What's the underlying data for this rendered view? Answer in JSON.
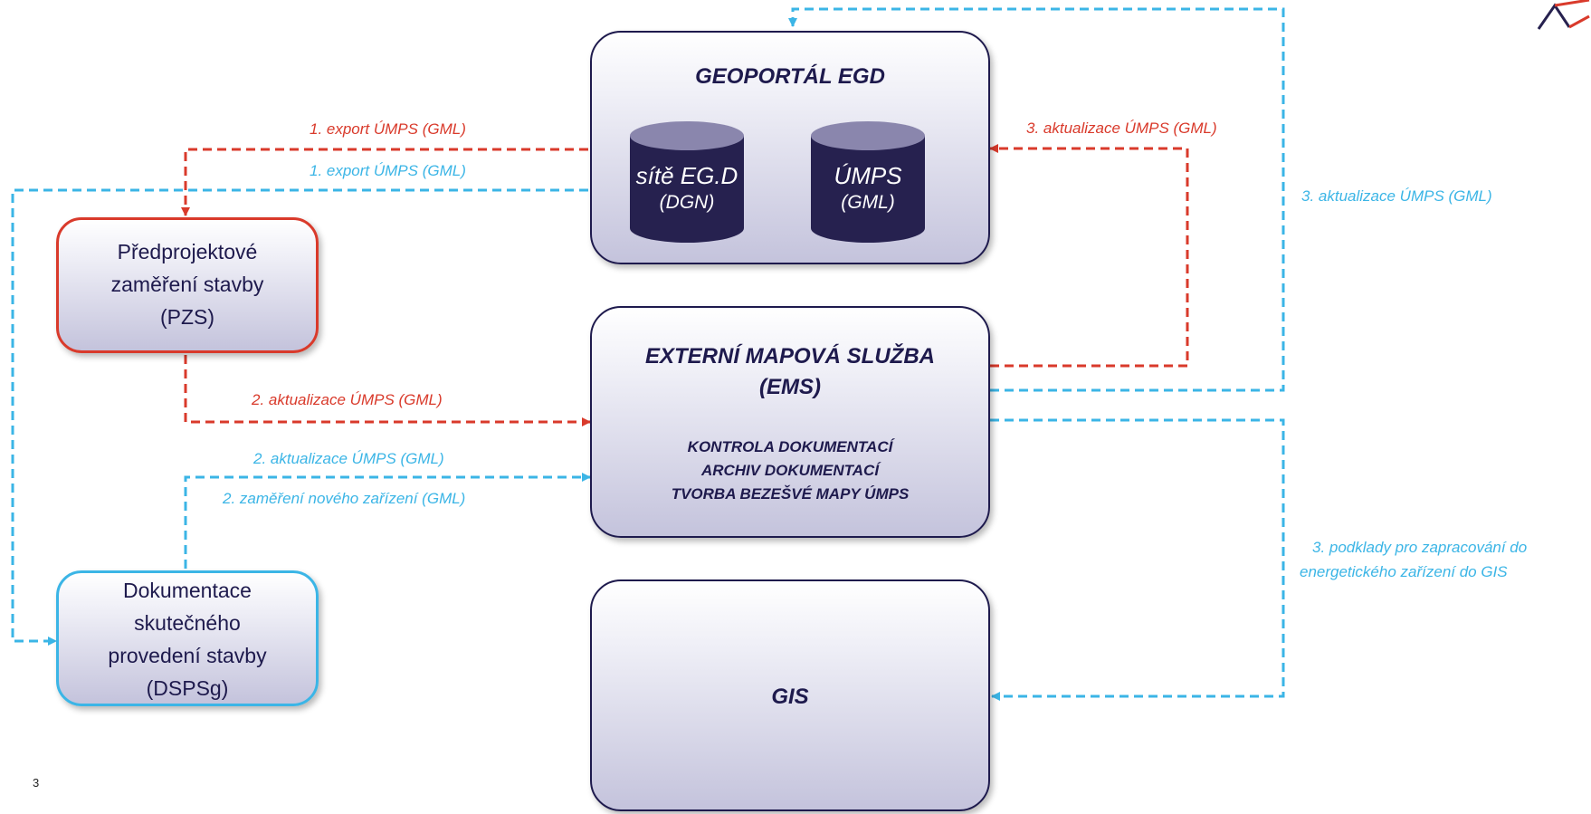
{
  "boxes": {
    "geoportal": {
      "title": "GEOPORTÁL EGD"
    },
    "ems": {
      "title_line1": "EXTERNÍ MAPOVÁ SLUŽBA",
      "title_line2": "(EMS)",
      "items": [
        "KONTROLA DOKUMENTACÍ",
        "ARCHIV DOKUMENTACÍ",
        "TVORBA BEZEŠVÉ MAPY ÚMPS"
      ]
    },
    "gis": {
      "title": "GIS"
    },
    "pzs": {
      "lines": [
        "Předprojektové",
        "zaměření stavby",
        "(PZS)"
      ]
    },
    "dsps": {
      "lines": [
        "Dokumentace",
        "skutečného",
        "provedení stavby",
        "(DSPSg)"
      ]
    }
  },
  "cylinders": [
    {
      "name": "sítě EG.D",
      "format": "(DGN)"
    },
    {
      "name": "ÚMPS",
      "format": "(GML)"
    }
  ],
  "flow_labels": {
    "export_red": "1. export ÚMPS (GML)",
    "export_cyan": "1. export ÚMPS (GML)",
    "update_red_left": "2. aktualizace ÚMPS (GML)",
    "update_cyan_left": "2. aktualizace ÚMPS (GML)",
    "survey_cyan": "2. zaměření nového zařízení (GML)",
    "update_red_right": "3. aktualizace ÚMPS (GML)",
    "update_cyan_right": "3. aktualizace ÚMPS (GML)",
    "gis_basis_line1": "3. podklady pro zapracování do",
    "gis_basis_line2": "energetického zařízení do GIS"
  },
  "page_number": "3",
  "colors": {
    "red": "#d93a2b",
    "cyan": "#3bb5e6",
    "navy": "#1e1a4d",
    "cylinder": "#26214f",
    "cylinder_top": "#8a86ad"
  }
}
